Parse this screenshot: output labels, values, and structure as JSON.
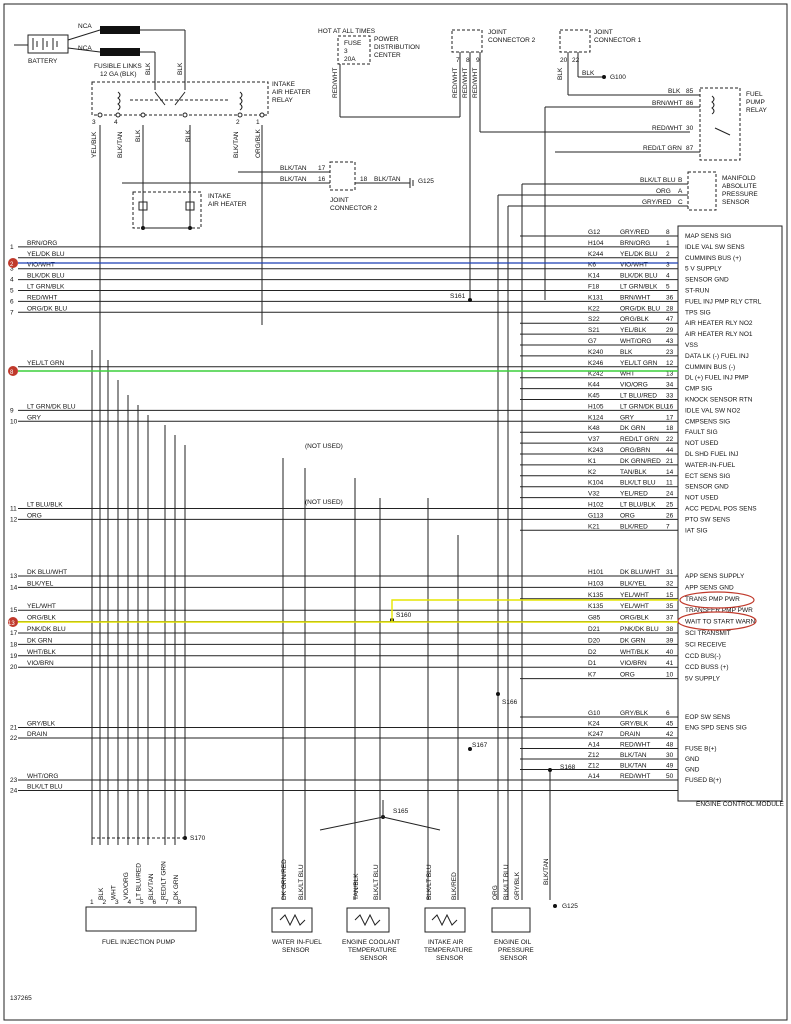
{
  "top": {
    "battery": "BATTERY",
    "nca1": "NCA",
    "nca2": "NCA",
    "fusible": [
      "FUSIBLE LINKS",
      "12 GA (BLK)"
    ],
    "blk1": "BLK",
    "blk2": "BLK",
    "relay": [
      "INTAKE",
      "AIR HEATER",
      "RELAY"
    ],
    "heater": [
      "INTAKE",
      "AIR HEATER"
    ],
    "hot": "HOT AT ALL TIMES",
    "fuse": [
      "FUSE",
      "3",
      "20A"
    ],
    "pdc": [
      "POWER",
      "DISTRIBUTION",
      "CENTER"
    ],
    "jc2": [
      "JOINT",
      "CONNECTOR 2"
    ],
    "jc1": [
      "JOINT",
      "CONNECTOR 1"
    ],
    "jc2b": [
      "JOINT",
      "CONNECTOR 2"
    ],
    "redwht": "RED/WHT",
    "g100": "G100",
    "g125": "G125",
    "pumprelay": [
      "FUEL",
      "PUMP",
      "RELAY"
    ],
    "map": [
      "MANIFOLD",
      "ABSOLUTE",
      "PRESSURE",
      "SENSOR"
    ],
    "relaywires": [
      "YEL/BLK",
      "BLK/TAN",
      "BLK",
      "BLK",
      "BLK/TAN",
      "ORG/BLK"
    ],
    "relaypins": [
      "3",
      "4",
      "2",
      "1"
    ],
    "blktan17": "BLK/TAN",
    "blktan16": "BLK/TAN",
    "blktan18": "BLK/TAN",
    "pins_jc2b": [
      "17",
      "16",
      "18"
    ],
    "relayR": [
      {
        "w": "BLK",
        "p": "85"
      },
      {
        "w": "BRN/WHT",
        "p": "86"
      },
      {
        "w": "RED/WHT",
        "p": "30"
      },
      {
        "w": "RED/LT GRN",
        "p": "87"
      }
    ],
    "mapR": [
      {
        "w": "BLK/LT BLU",
        "p": "B"
      },
      {
        "w": "ORG",
        "p": "A"
      },
      {
        "w": "GRY/RED",
        "p": "C"
      }
    ],
    "jc2pins": [
      "7",
      "8",
      "9"
    ],
    "jc1pins": [
      "20",
      "22"
    ]
  },
  "ecm_title": "ENGINE CONTROL MODULE",
  "rows": [
    {
      "l": "",
      "ln": "",
      "c": "G12",
      "w": "GRY/RED",
      "p": "8",
      "f": "MAP SENS SIG"
    },
    {
      "l": "BRN/ORG",
      "ln": "1",
      "c": "H104",
      "w": "BRN/ORG",
      "p": "1",
      "f": "IDLE VAL SW SENS"
    },
    {
      "l": "YEL/DK BLU",
      "ln": "",
      "c": "K244",
      "w": "YEL/DK BLU",
      "p": "2",
      "f": "CUMMINS BUS (+)"
    },
    {
      "l": "VIO/WHT",
      "ln": "3",
      "c": "K6",
      "w": "VIO/WHT",
      "p": "3",
      "f": "5 V SUPPLY"
    },
    {
      "l": "BLK/DK BLU",
      "ln": "4",
      "c": "K14",
      "w": "BLK/DK BLU",
      "p": "4",
      "f": "SENSOR GND"
    },
    {
      "l": "LT GRN/BLK",
      "ln": "5",
      "c": "F18",
      "w": "LT GRN/BLK",
      "p": "5",
      "f": "ST-RUN"
    },
    {
      "l": "RED/WHT",
      "ln": "6",
      "c": "K131",
      "w": "BRN/WHT",
      "p": "36",
      "f": "FUEL INJ PMP RLY CTRL"
    },
    {
      "l": "ORG/DK BLU",
      "ln": "7",
      "c": "K22",
      "w": "ORG/DK BLU",
      "p": "28",
      "f": "TPS SIG"
    },
    {
      "l": "",
      "ln": "",
      "c": "S22",
      "w": "ORG/BLK",
      "p": "47",
      "f": "AIR HEATER RLY NO2"
    },
    {
      "l": "",
      "ln": "",
      "c": "S21",
      "w": "YEL/BLK",
      "p": "29",
      "f": "AIR HEATER RLY NO1"
    },
    {
      "l": "",
      "ln": "",
      "c": "G7",
      "w": "WHT/ORG",
      "p": "43",
      "f": "VSS"
    },
    {
      "l": "",
      "ln": "",
      "c": "K240",
      "w": "BLK",
      "p": "23",
      "f": "DATA LK (-) FUEL INJ"
    },
    {
      "l": "YEL/LT GRN",
      "ln": "",
      "c": "K246",
      "w": "YEL/LT GRN",
      "p": "12",
      "f": "CUMMIN BUS (-)"
    },
    {
      "l": "",
      "ln": "",
      "c": "K242",
      "w": "WHT",
      "p": "13",
      "f": "DL (+) FUEL INJ PMP"
    },
    {
      "l": "",
      "ln": "",
      "c": "K44",
      "w": "VIO/ORG",
      "p": "34",
      "f": "CMP SIG"
    },
    {
      "l": "",
      "ln": "",
      "c": "K45",
      "w": "LT BLU/RED",
      "p": "33",
      "f": "KNOCK SENSOR RTN"
    },
    {
      "l": "LT GRN/DK BLU",
      "ln": "9",
      "c": "H105",
      "w": "LT GRN/DK BLU",
      "p": "16",
      "f": "IDLE VAL SW NO2"
    },
    {
      "l": "GRY",
      "ln": "10",
      "c": "K124",
      "w": "GRY",
      "p": "17",
      "f": "CMPSENS SIG"
    },
    {
      "l": "",
      "ln": "",
      "c": "K48",
      "w": "DK GRN",
      "p": "18",
      "f": "FAULT SIG"
    },
    {
      "l": "",
      "ln": "",
      "c": "V37",
      "w": "RED/LT GRN",
      "p": "22",
      "f": "NOT USED"
    },
    {
      "l": "",
      "ln": "",
      "c": "K243",
      "w": "ORG/BRN",
      "p": "44",
      "f": "DL SHD FUEL INJ"
    },
    {
      "l": "",
      "ln": "",
      "c": "K1",
      "w": "DK GRN/RED",
      "p": "21",
      "f": "WATER-IN-FUEL"
    },
    {
      "l": "",
      "ln": "",
      "c": "K2",
      "w": "TAN/BLK",
      "p": "14",
      "f": "ECT SENS SIG"
    },
    {
      "l": "",
      "ln": "",
      "c": "K104",
      "w": "BLK/LT BLU",
      "p": "11",
      "f": "SENSOR GND"
    },
    {
      "l": "",
      "ln": "",
      "c": "V32",
      "w": "YEL/RED",
      "p": "24",
      "f": "NOT USED"
    },
    {
      "l": "LT BLU/BLK",
      "ln": "11",
      "c": "H102",
      "w": "LT BLU/BLK",
      "p": "25",
      "f": "ACC PEDAL POS SENS"
    },
    {
      "l": "ORG",
      "ln": "12",
      "c": "G113",
      "w": "ORG",
      "p": "26",
      "f": "PTO SW SENS"
    },
    {
      "l": "",
      "ln": "",
      "c": "K21",
      "w": "BLK/RED",
      "p": "7",
      "f": "IAT SIG"
    }
  ],
  "rows2": [
    {
      "l": "DK BLU/WHT",
      "ln": "13",
      "c": "H101",
      "w": "DK BLU/WHT",
      "p": "31",
      "f": "APP SENS SUPPLY"
    },
    {
      "l": "BLK/YEL",
      "ln": "14",
      "c": "H103",
      "w": "BLK/YEL",
      "p": "32",
      "f": "APP SENS GND"
    },
    {
      "l": "",
      "ln": "",
      "c": "K135",
      "w": "YEL/WHT",
      "p": "15",
      "f": "TRANS PMP PWR"
    },
    {
      "l": "YEL/WHT",
      "ln": "15",
      "c": "K135",
      "w": "YEL/WHT",
      "p": "35",
      "f": "TRANSFER PMP PWR"
    },
    {
      "l": "ORG/BLK",
      "ln": "16",
      "c": "G85",
      "w": "ORG/BLK",
      "p": "37",
      "f": "WAIT TO START WARN"
    },
    {
      "l": "PNK/DK BLU",
      "ln": "17",
      "c": "D21",
      "w": "PNK/DK BLU",
      "p": "38",
      "f": "SCI TRANSMIT"
    },
    {
      "l": "DK GRN",
      "ln": "18",
      "c": "D20",
      "w": "DK GRN",
      "p": "39",
      "f": "SCI RECEIVE"
    },
    {
      "l": "WHT/BLK",
      "ln": "19",
      "c": "D2",
      "w": "WHT/BLK",
      "p": "40",
      "f": "CCD BUS(-)"
    },
    {
      "l": "VIO/BRN",
      "ln": "20",
      "c": "D1",
      "w": "VIO/BRN",
      "p": "41",
      "f": "CCD BUSS (+)"
    },
    {
      "l": "",
      "ln": "",
      "c": "K7",
      "w": "ORG",
      "p": "10",
      "f": "5V SUPPLY"
    }
  ],
  "rows3": [
    {
      "l": "",
      "ln": "",
      "c": "G10",
      "w": "GRY/BLK",
      "p": "6",
      "f": "EOP SW SENS"
    },
    {
      "l": "GRY/BLK",
      "ln": "21",
      "c": "K24",
      "w": "GRY/BLK",
      "p": "45",
      "f": "ENG SPD SENS SIG"
    },
    {
      "l": "DRAIN",
      "ln": "22",
      "c": "K247",
      "w": "DRAIN",
      "p": "42",
      "f": ""
    },
    {
      "l": "",
      "ln": "",
      "c": "A14",
      "w": "RED/WHT",
      "p": "48",
      "f": "FUSE B(+)"
    },
    {
      "l": "",
      "ln": "",
      "c": "Z12",
      "w": "BLK/TAN",
      "p": "30",
      "f": "GND"
    },
    {
      "l": "",
      "ln": "",
      "c": "Z12",
      "w": "BLK/TAN",
      "p": "49",
      "f": "GND"
    },
    {
      "l": "WHT/ORG",
      "ln": "23",
      "c": "A14",
      "w": "RED/WHT",
      "p": "50",
      "f": "FUSED B(+)"
    },
    {
      "l": "BLK/LT BLU",
      "ln": "24",
      "c": "",
      "w": "",
      "p": "",
      "f": ""
    }
  ],
  "misc": {
    "notused1": "(NOT USED)",
    "notused2": "(NOT USED)",
    "splices": [
      "S161",
      "S160",
      "S166",
      "S167",
      "S168",
      "S165",
      "S170"
    ],
    "markers": [
      "2",
      "8",
      "13"
    ]
  },
  "bottom": {
    "fip": "FUEL INJECTION PUMP",
    "fip_wires": [
      "BLK",
      "WHT",
      "VIO/ORG",
      "LT BLU/RED",
      "BLK/TAN",
      "RED/LT GRN",
      "DK GRN"
    ],
    "fip_pins": [
      "1",
      "2",
      "3",
      "4",
      "5",
      "6",
      "7",
      "8"
    ],
    "wif": [
      "WATER IN-FUEL",
      "SENSOR"
    ],
    "wif_wires": [
      "DK GRN/RED",
      "BLK/LT BLU"
    ],
    "ect": [
      "ENGINE COOLANT",
      "TEMPERATURE",
      "SENSOR"
    ],
    "ect_wires": [
      "TAN/BLK",
      "BLK/LT BLU"
    ],
    "iat": [
      "INTAKE AIR",
      "TEMPERATURE",
      "SENSOR"
    ],
    "iat_wires": [
      "BLK/LT BLU",
      "BLK/RED"
    ],
    "eop": [
      "ENGINE OIL",
      "PRESSURE",
      "SENSOR"
    ],
    "eop_wires": [
      "ORG",
      "BLK/LT BLU",
      "GRY/BLK"
    ],
    "g125w": "BLK/TAN",
    "g125": "G125",
    "fignum": "137265"
  }
}
